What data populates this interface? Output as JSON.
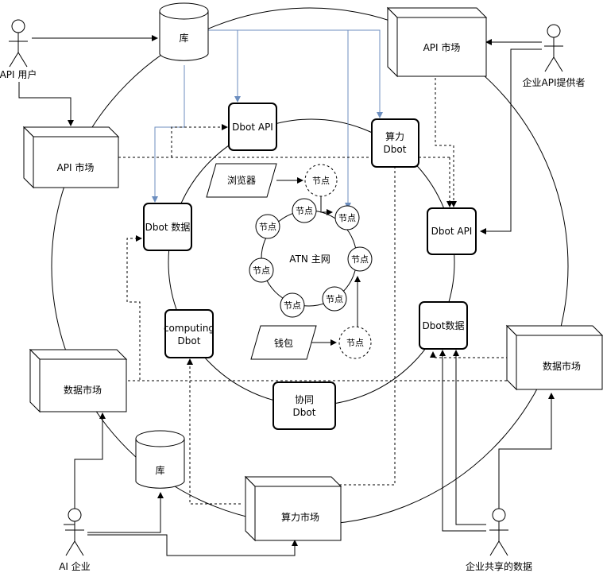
{
  "actors": {
    "api_user": "API 用户",
    "enterprise_api_provider": "企业API提供者",
    "ai_enterprise": "AI 企业",
    "enterprise_shared_data": "企业共享的数据"
  },
  "databases": {
    "top": "库",
    "bottom": "库"
  },
  "markets": {
    "api_market_top_right": "API 市场",
    "api_market_left": "API 市场",
    "data_market_left": "数据市场",
    "data_market_right": "数据市场",
    "compute_market": "算力市场"
  },
  "dbots": {
    "dbot_api_top": "Dbot API",
    "compute_dbot_top_line1": "算力",
    "compute_dbot_top_line2": "Dbot",
    "dbot_data_left": "Dbot 数据",
    "dbot_api_right": "Dbot API",
    "computing_dbot_line1": "computing",
    "computing_dbot_line2": "Dbot",
    "dbot_data_right": "Dbot数据",
    "collab_dbot_line1": "协同",
    "collab_dbot_line2": "Dbot"
  },
  "network": {
    "center": "ATN 主网",
    "browser": "浏览器",
    "wallet": "钱包",
    "node_label": "节点"
  }
}
